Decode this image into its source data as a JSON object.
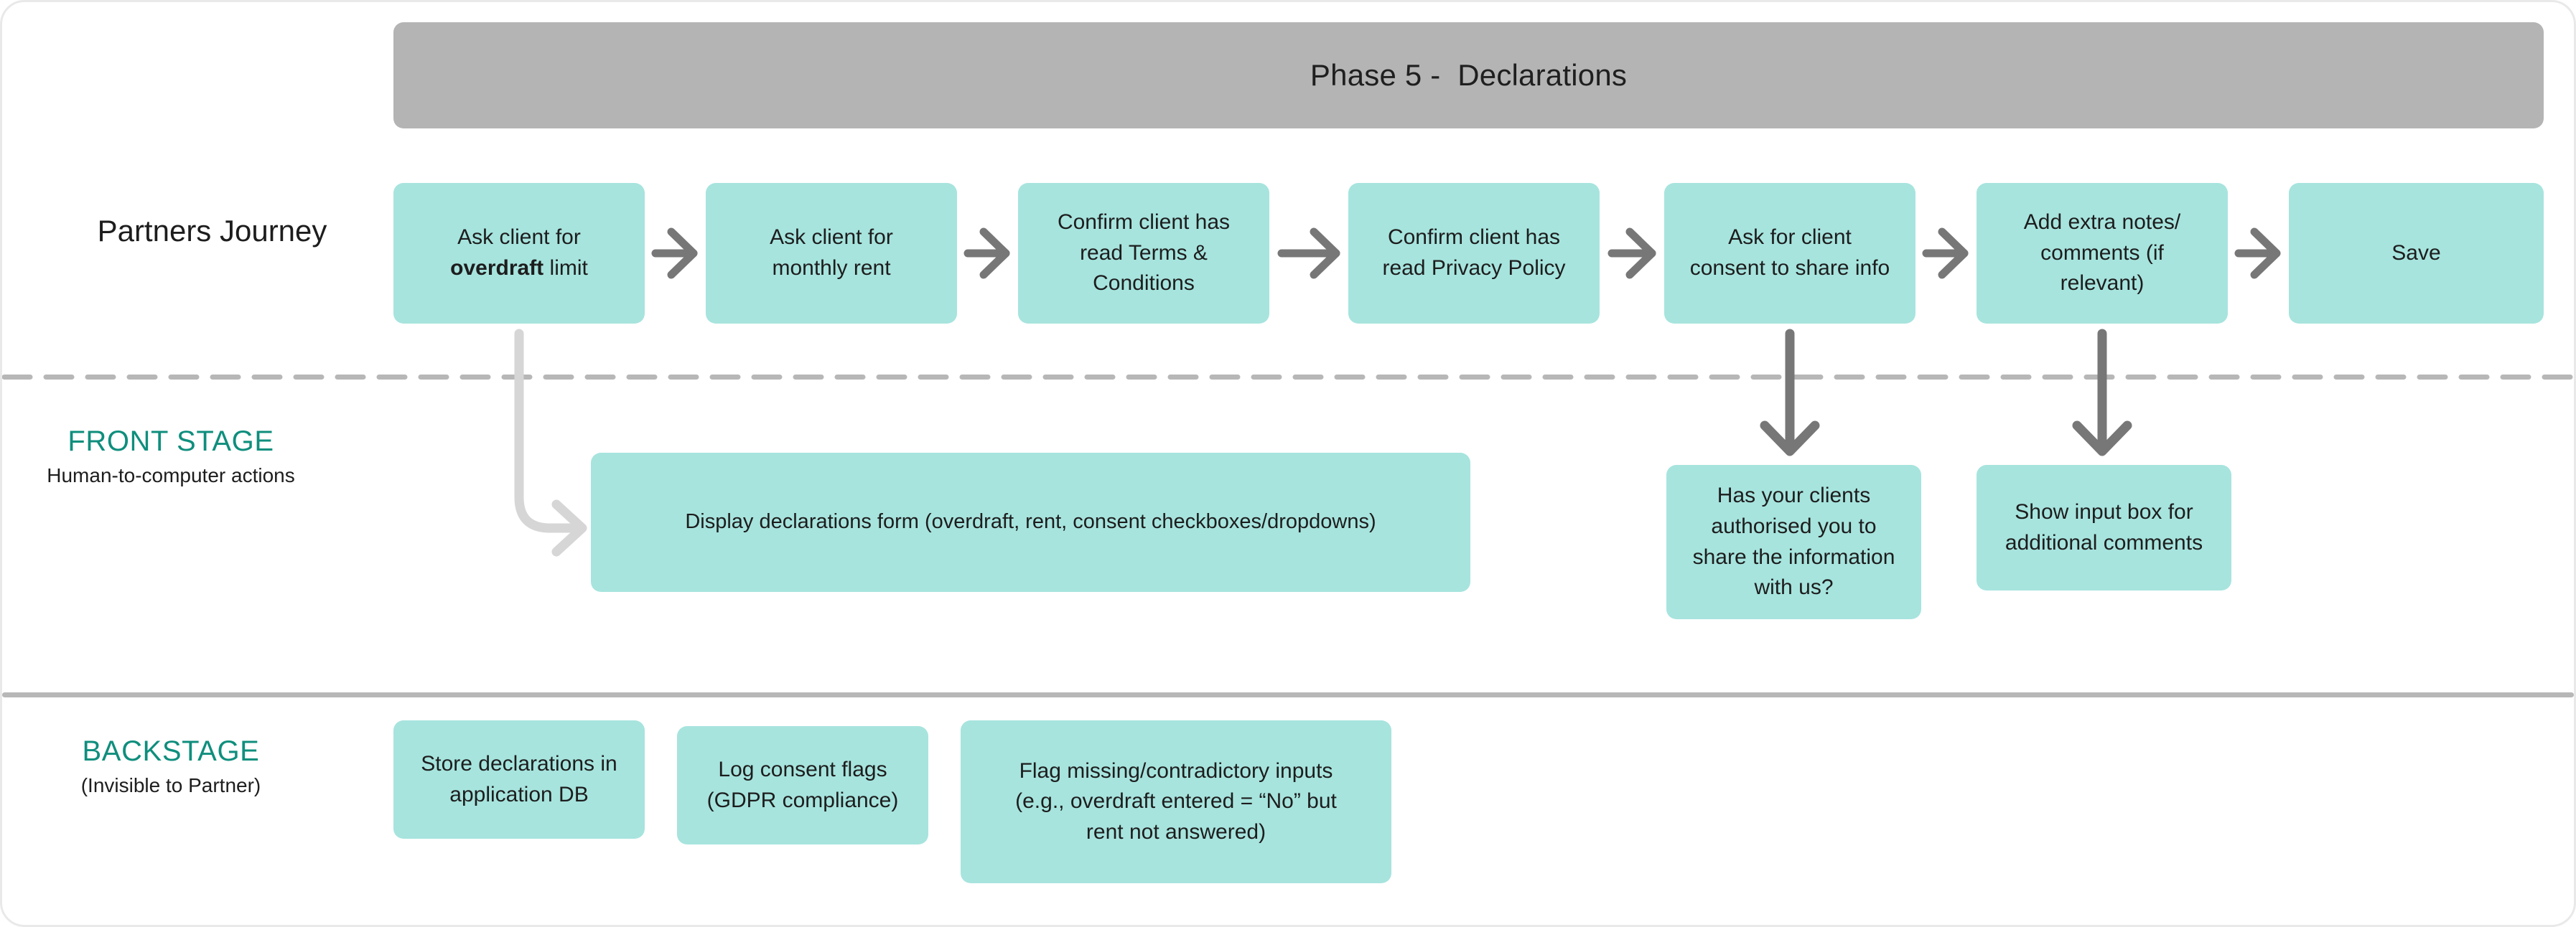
{
  "diagram": {
    "title": "Phase 5 -  Declarations",
    "colors": {
      "box_fill": "#a7e4de",
      "header_fill": "#b4b4b4",
      "accent_teal": "#0f8e7d",
      "arrow_gray": "#777777",
      "connector_gray": "#d6d6d6",
      "divider_gray": "#b7b7b7"
    }
  },
  "rows": {
    "partners_journey": {
      "label": "Partners Journey",
      "steps": [
        {
          "line1": "Ask client for",
          "line2_bold": "overdraft",
          "line2_rest": " limit"
        },
        {
          "line1": "Ask client for",
          "line2": "monthly rent"
        },
        {
          "line1": "Confirm client has",
          "line2": "read Terms &",
          "line3": "Conditions"
        },
        {
          "line1": "Confirm client has",
          "line2": "read Privacy Policy"
        },
        {
          "line1": "Ask for client",
          "line2": "consent to share info"
        },
        {
          "line1": "Add extra notes/",
          "line2": "comments (if",
          "line3": "relevant)"
        },
        {
          "line1": "Save"
        }
      ],
      "connector_icon": "arrow-right-icon"
    },
    "front_stage": {
      "title": "FRONT STAGE",
      "subtitle": "Human-to-computer actions",
      "items": [
        {
          "line1": "Display declarations form (overdraft, rent, consent checkboxes/dropdowns)"
        },
        {
          "line1": "Has your clients",
          "line2": "authorised you to",
          "line3": "share the information",
          "line4": "with us?"
        },
        {
          "line1": "Show input box for",
          "line2": "additional comments"
        }
      ]
    },
    "backstage": {
      "title": "BACKSTAGE",
      "subtitle": "(Invisible to Partner)",
      "items": [
        {
          "line1": "Store declarations in",
          "line2": "application DB"
        },
        {
          "line1": "Log consent flags",
          "line2": "(GDPR compliance)"
        },
        {
          "line1": "Flag missing/contradictory inputs",
          "line2": "(e.g., overdraft entered = “No” but",
          "line3": "rent not answered)"
        }
      ]
    }
  },
  "connectors": {
    "elbow_from_step1_to_form": "elbow-arrow-icon",
    "down_from_step5": "arrow-down-icon",
    "down_from_step6": "arrow-down-icon"
  }
}
